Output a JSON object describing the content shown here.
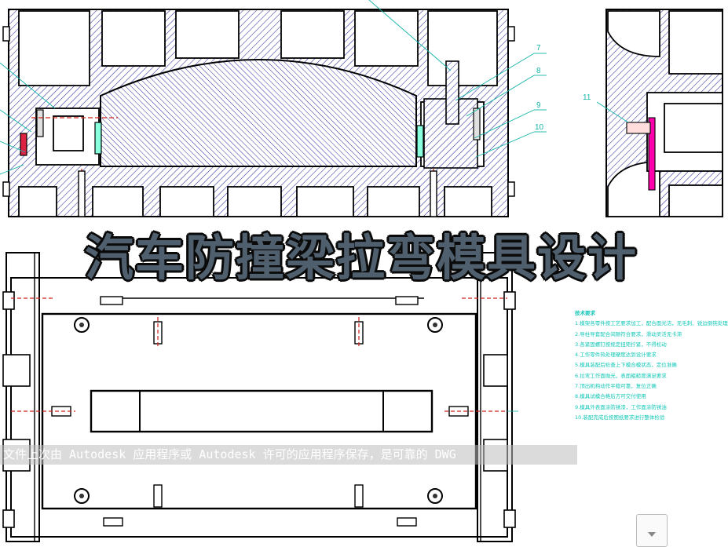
{
  "title": "汽车防撞梁拉弯模具设计",
  "banner_text": "文件上次由 Autodesk 应用程序或 Autodesk 许可的应用程序保存，是可靠的 DWG",
  "callouts": [
    "7",
    "8",
    "9",
    "10",
    "11"
  ],
  "notes": {
    "heading": "技术要求",
    "lines": [
      "1.模架各零件按工艺要求加工，配合面光洁，无毛刺、锐边倒钝处理",
      "2.导柱导套配合间隙符合要求，滑动灵活无卡滞",
      "3.各紧固螺钉按规定扭矩拧紧，不得松动",
      "4.工作零件热处理硬度达到设计要求",
      "5.模具装配后检查上下模合模状态，定位准确",
      "6.拉弯工作面抛光，表面粗糙度满足要求",
      "7.顶出机构动作平稳可靠，复位正确",
      "8.模具试模合格后方可交付使用",
      "9.模具外表面涂防锈漆，工作面涂防锈油",
      "10.装配完成后按图纸要求进行整体检验"
    ]
  },
  "colors": {
    "line": "#000000",
    "hatch": "#2c2ca0",
    "accent_red": "#d02020",
    "teal": "#14b5a8",
    "notes": "#11c7b8"
  }
}
